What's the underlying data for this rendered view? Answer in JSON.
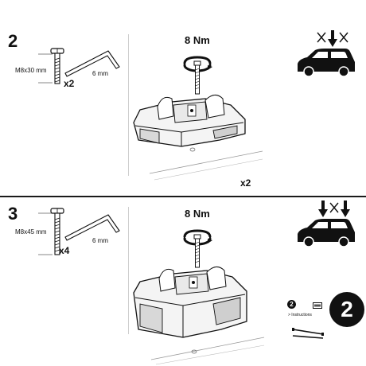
{
  "step2": {
    "number": "2",
    "bolt_label": "M8x30 mm",
    "bolt_qty": "x2",
    "key_label": "6 mm",
    "torque": "8 Nm",
    "assembly_qty": "x2"
  },
  "step3": {
    "number": "3",
    "bolt_label": "M8x45 mm",
    "bolt_qty": "x4",
    "key_label": "6 mm",
    "torque": "8 Nm"
  },
  "reference": {
    "small_number": "2",
    "instructions_text": "> Instructions",
    "badge_number": "2"
  },
  "icons": [
    "screw-icon",
    "hex-key-icon",
    "torque-wrench-icon",
    "foot-pack-icon",
    "car-silhouette-icon",
    "arrow-down-icon",
    "cross-icon"
  ]
}
